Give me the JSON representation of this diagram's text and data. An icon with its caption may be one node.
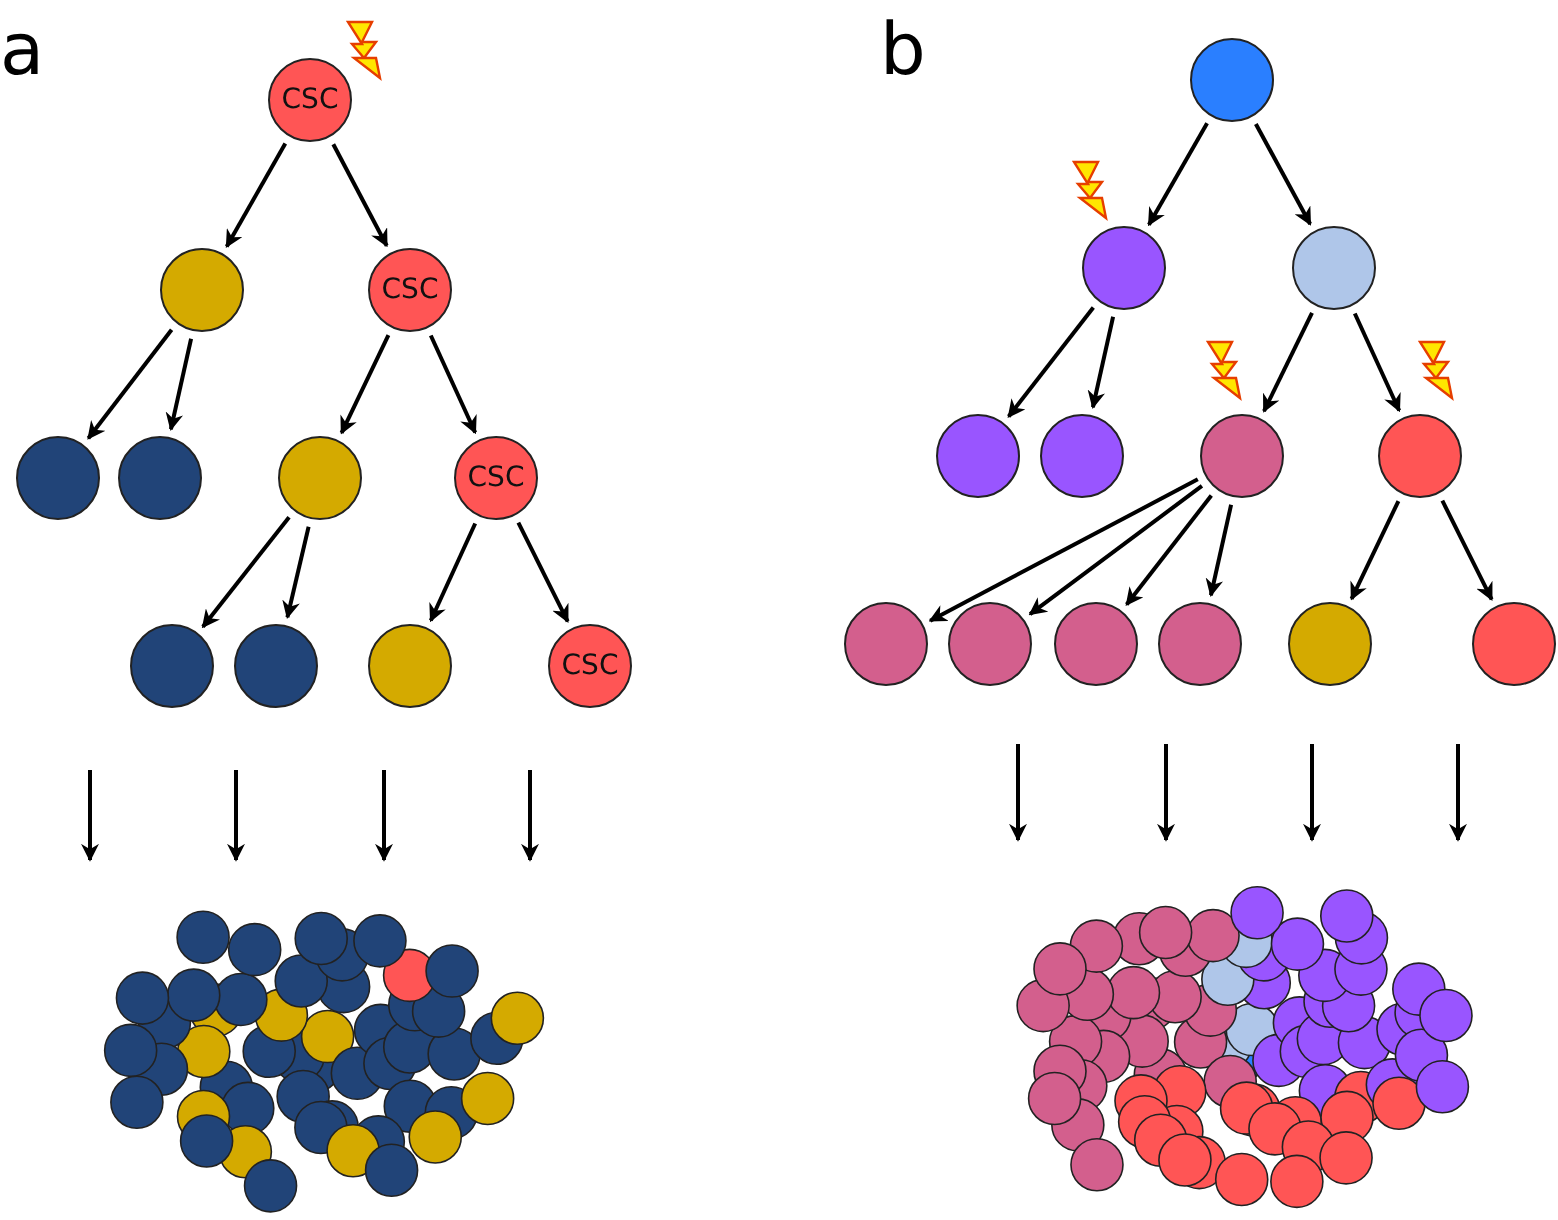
{
  "diagram": {
    "nodes": [
      {
        "text": [
          "CSC"
        ]
      },
      {
        "text": [],
        "shape": "circle"
      },
      {
        "text": [
          "CSC"
        ]
      },
      {
        "text": [],
        "shape": "circle"
      },
      {
        "text": [],
        "shape": "circle"
      },
      {
        "text": [],
        "shape": "circle"
      },
      {
        "text": [
          "CSC"
        ]
      },
      {
        "text": [],
        "shape": "circle"
      },
      {
        "text": [],
        "shape": "circle"
      },
      {
        "text": [],
        "shape": "circle"
      },
      {
        "text": [
          "CSC"
        ]
      },
      {
        "text": [],
        "shape": "picture"
      },
      {
        "text": [],
        "shape": "circle"
      },
      {
        "text": [],
        "shape": "circle"
      },
      {
        "text": [],
        "shape": "circle"
      },
      {
        "text": [],
        "shape": "circle"
      },
      {
        "text": [],
        "shape": "circle"
      },
      {
        "text": [],
        "shape": "circle"
      },
      {
        "text": [],
        "shape": "circle"
      },
      {
        "text": [],
        "shape": "circle"
      },
      {
        "text": [],
        "shape": "circle"
      },
      {
        "text": [],
        "shape": "circle"
      },
      {
        "text": [],
        "shape": "circle"
      },
      {
        "text": [],
        "shape": "circle"
      },
      {
        "text": [],
        "shape": "circle"
      },
      {
        "text": [],
        "shape": "picture"
      }
    ],
    "edges": [
      {
        "from": 0,
        "to": 1,
        "arrow": "to"
      },
      {
        "from": 0,
        "to": 2,
        "arrow": "to"
      },
      {
        "from": 1,
        "to": 3,
        "arrow": "to"
      },
      {
        "from": 1,
        "to": 4,
        "arrow": "to"
      },
      {
        "from": 2,
        "to": 5,
        "arrow": "to"
      },
      {
        "from": 2,
        "to": 6,
        "arrow": "to"
      },
      {
        "from": 5,
        "to": 7,
        "arrow": "to"
      },
      {
        "from": 5,
        "to": 8,
        "arrow": "to"
      },
      {
        "from": 6,
        "to": 9,
        "arrow": "to"
      },
      {
        "from": 6,
        "to": 10,
        "arrow": "to"
      },
      {
        "from": null,
        "to": 11,
        "arrow": "to"
      },
      {
        "from": null,
        "to": 11,
        "arrow": "to"
      },
      {
        "from": null,
        "to": 11,
        "arrow": "to"
      },
      {
        "from": null,
        "to": 11,
        "arrow": "to"
      },
      {
        "from": 12,
        "to": 13,
        "arrow": "to"
      },
      {
        "from": 12,
        "to": 14,
        "arrow": "to"
      },
      {
        "from": 13,
        "to": 15,
        "arrow": "to"
      },
      {
        "from": 13,
        "to": 16,
        "arrow": "to"
      },
      {
        "from": 14,
        "to": 17,
        "arrow": "to"
      },
      {
        "from": 14,
        "to": 18,
        "arrow": "to"
      },
      {
        "from": 17,
        "to": 19,
        "arrow": "to"
      },
      {
        "from": 17,
        "to": 20,
        "arrow": "to"
      },
      {
        "from": 17,
        "to": 21,
        "arrow": "to"
      },
      {
        "from": 17,
        "to": 22,
        "arrow": "to"
      },
      {
        "from": 18,
        "to": 23,
        "arrow": "to"
      },
      {
        "from": 18,
        "to": 24,
        "arrow": "to"
      },
      {
        "from": null,
        "to": 25,
        "arrow": "to"
      },
      {
        "from": null,
        "to": 25,
        "arrow": "to"
      },
      {
        "from": null,
        "to": 25,
        "arrow": "to"
      },
      {
        "from": null,
        "to": 25,
        "arrow": "to"
      }
    ],
    "labels": [
      "a",
      "b"
    ]
  }
}
